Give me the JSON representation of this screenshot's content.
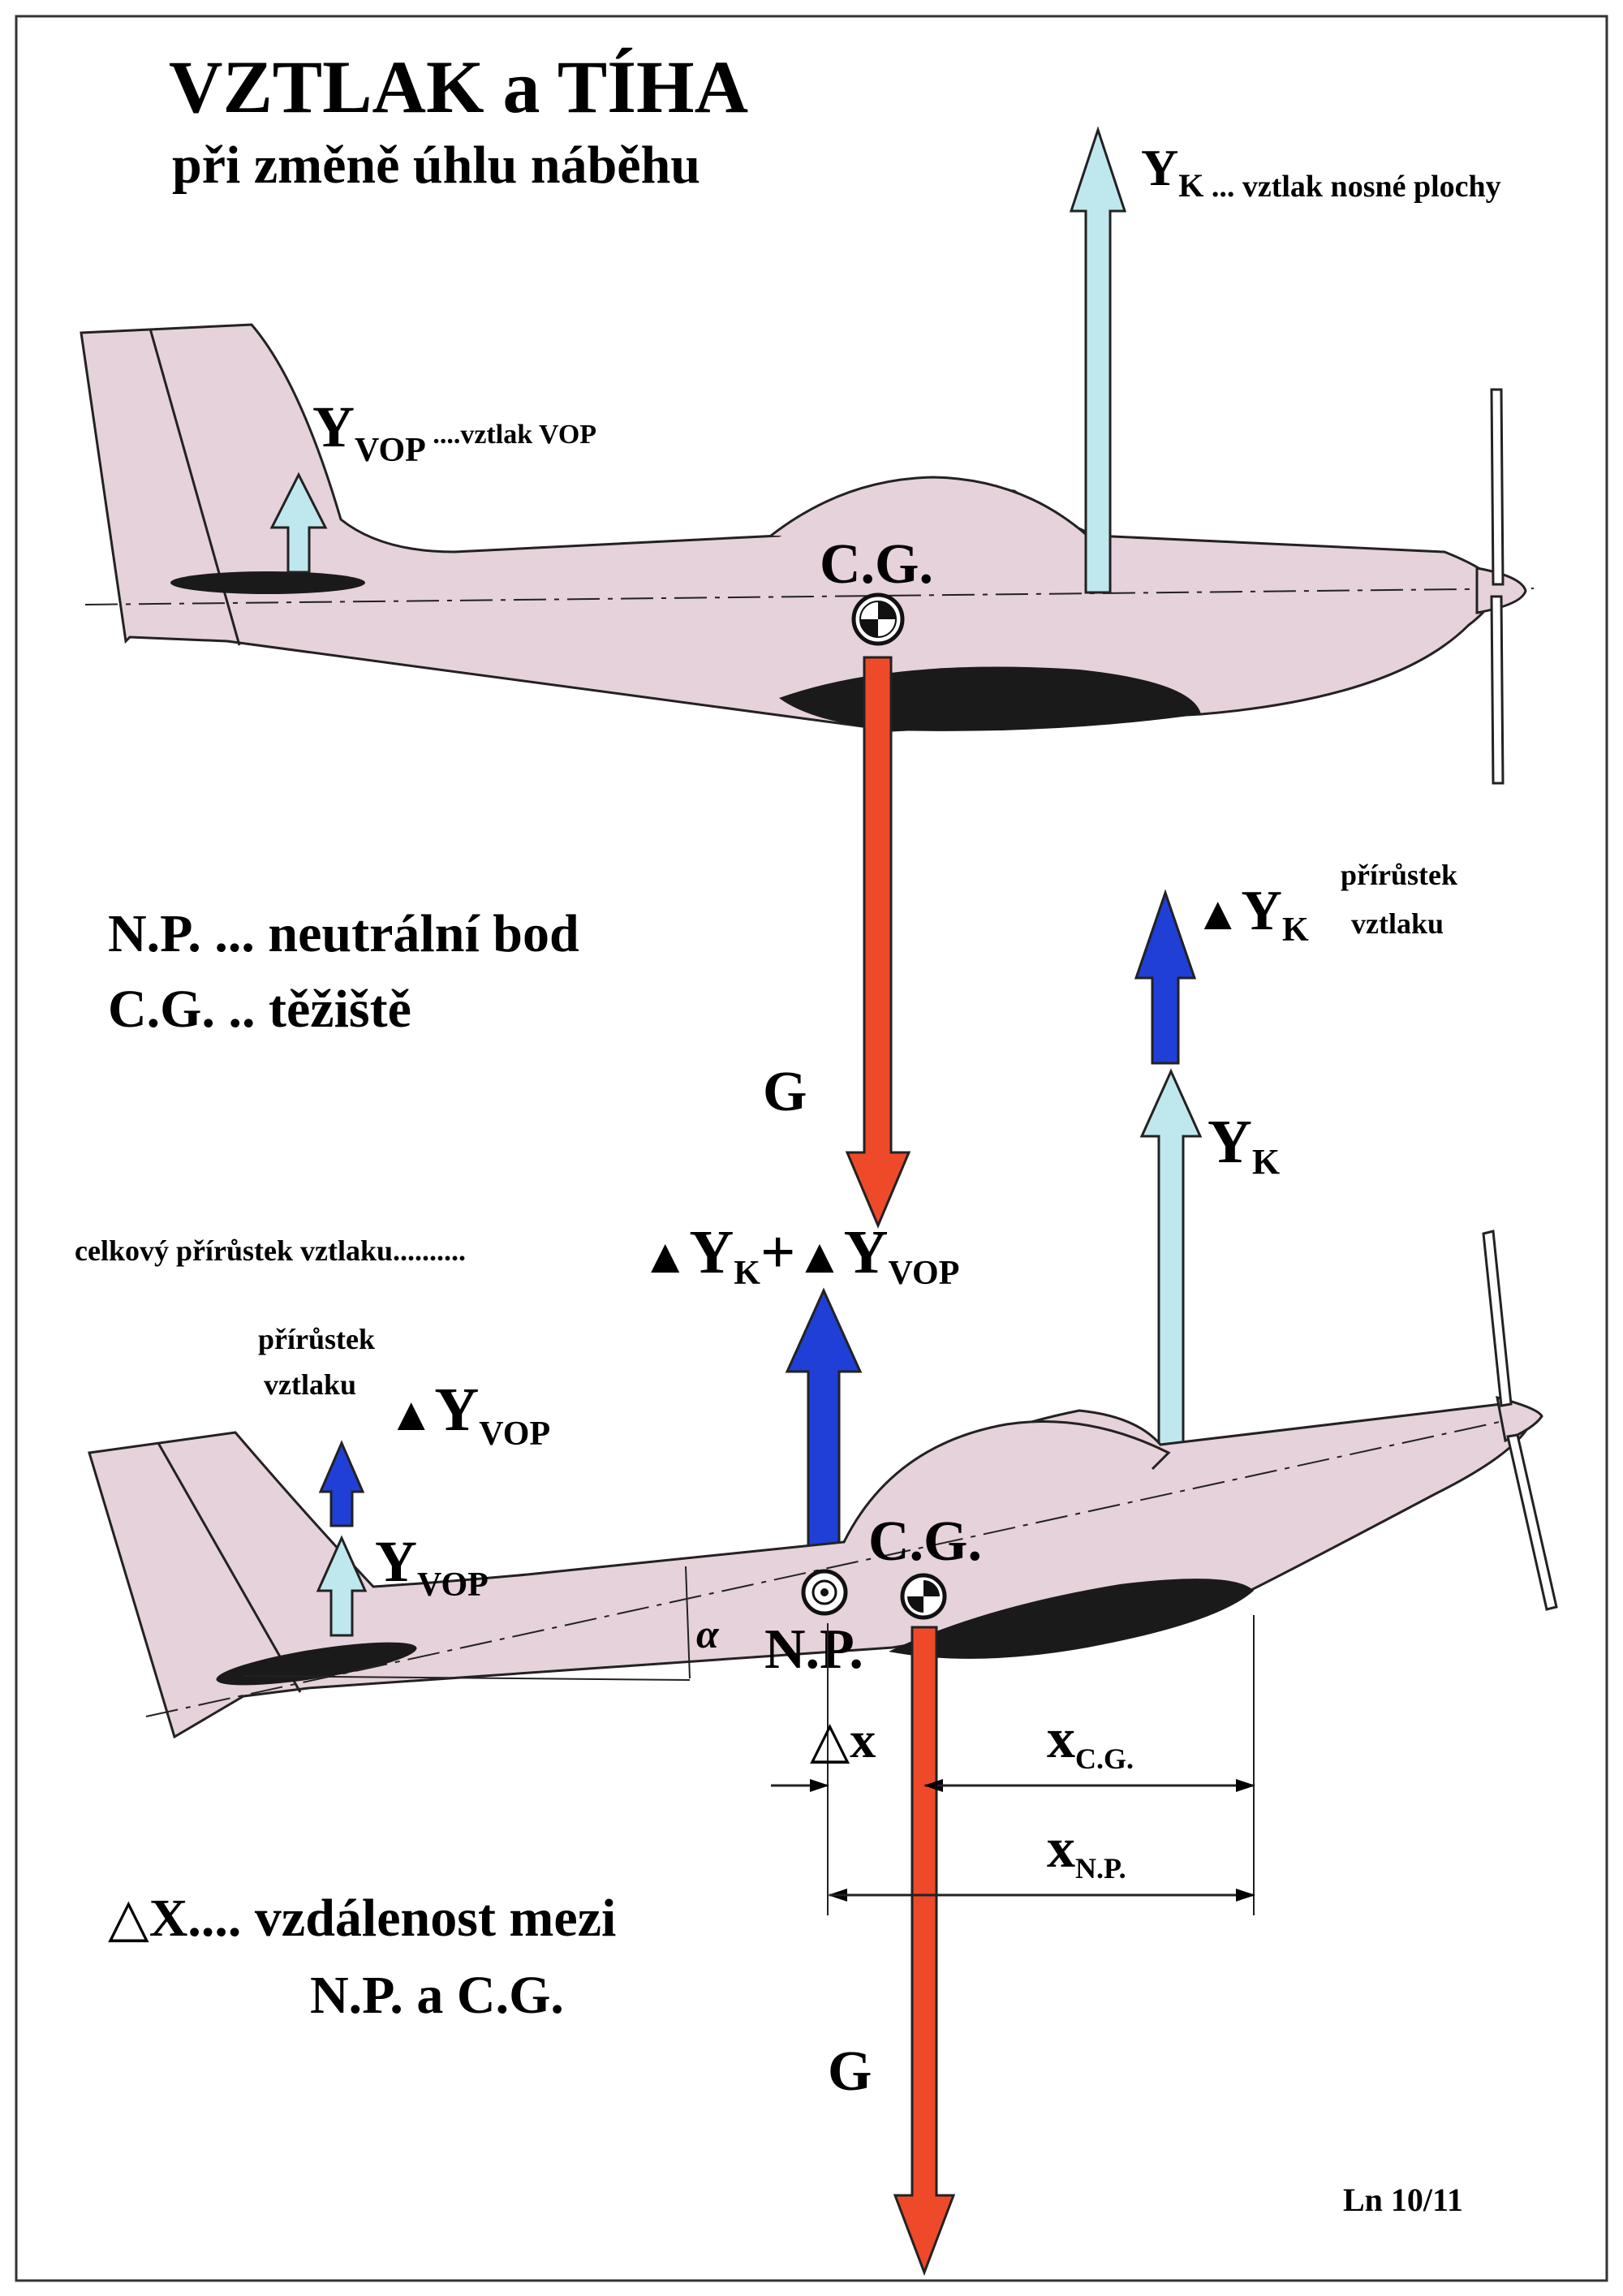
{
  "title": "VZTLAK  a  TÍHA",
  "subtitle": "při  změně  úhlu  náběhu",
  "top_plane": {
    "yk_main": "Y",
    "yk_sub": "K",
    "yk_desc": " ... vztlak nosné plochy",
    "yvop_main": "Y",
    "yvop_sub": "VOP",
    "yvop_desc": " ....vztlak VOP",
    "cg": "C.G."
  },
  "legend": {
    "np_line": "N.P. ...  neutrální bod",
    "cg_line": "C.G. ..  těžiště"
  },
  "g_top": "G",
  "g_bottom": "G",
  "increment_yk": {
    "tri": "▲",
    "main": "Y",
    "sub": "K",
    "desc_line1": "přírůstek",
    "desc_line2": "vztlaku"
  },
  "yk_bottom": {
    "main": "Y",
    "sub": "K"
  },
  "total_increment": {
    "label": "celkový přírůstek  vztlaku..........",
    "tri1": "▲",
    "y1": "Y",
    "sub1": "K",
    "plus": "+",
    "tri2": "▲",
    "y2": "Y",
    "sub2": "VOP"
  },
  "vop_increment": {
    "desc_line1": "přírůstek",
    "desc_line2": "vztlaku",
    "tri": "▲",
    "main": "Y",
    "sub": "VOP"
  },
  "bottom_plane": {
    "yvop_main": "Y",
    "yvop_sub": "VOP",
    "cg": "C.G.",
    "np": "N.P.",
    "alpha": "α"
  },
  "dims": {
    "delta_x": "△x",
    "xcg_main": "x",
    "xcg_sub": "C.G.",
    "xnp_main": "x",
    "xnp_sub": "N.P."
  },
  "delta_legend": {
    "line1": "△X.... vzdálenost mezi",
    "line2": "N.P.  a  C.G."
  },
  "footer": "Ln 10/11",
  "colors": {
    "fuselage": "#e6d2da",
    "wing": "#1a1a1a",
    "light_arrow": "#bfe8ee",
    "blue_arrow": "#1f3fd6",
    "red_arrow": "#ee4a2a"
  }
}
